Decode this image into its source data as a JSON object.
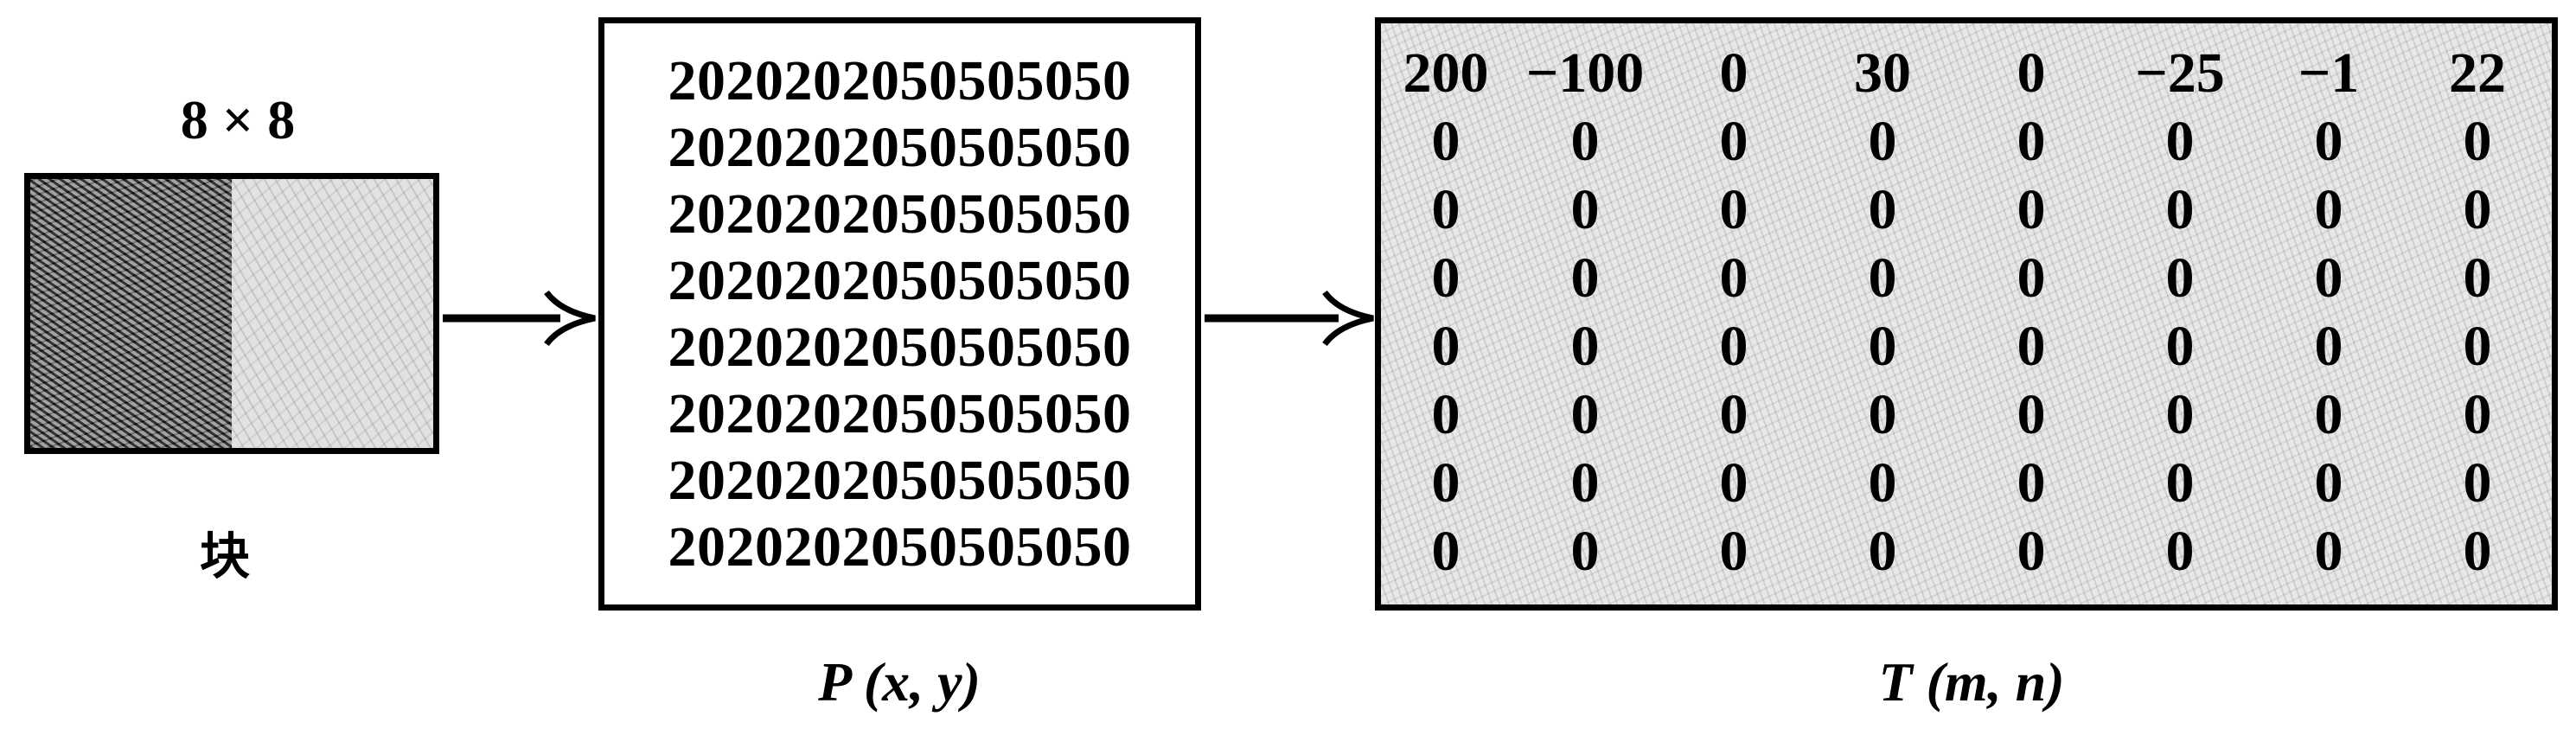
{
  "block": {
    "size_label": "8 × 8",
    "caption": "块"
  },
  "pixel_matrix": {
    "rows": [
      "2020202050505050",
      "2020202050505050",
      "2020202050505050",
      "2020202050505050",
      "2020202050505050",
      "2020202050505050",
      "2020202050505050",
      "2020202050505050"
    ],
    "caption": "P (x, y)"
  },
  "transform_matrix": {
    "rows": [
      [
        "200",
        "−100",
        "0",
        "30",
        "0",
        "−25",
        "−1",
        "22"
      ],
      [
        "0",
        "0",
        "0",
        "0",
        "0",
        "0",
        "0",
        "0"
      ],
      [
        "0",
        "0",
        "0",
        "0",
        "0",
        "0",
        "0",
        "0"
      ],
      [
        "0",
        "0",
        "0",
        "0",
        "0",
        "0",
        "0",
        "0"
      ],
      [
        "0",
        "0",
        "0",
        "0",
        "0",
        "0",
        "0",
        "0"
      ],
      [
        "0",
        "0",
        "0",
        "0",
        "0",
        "0",
        "0",
        "0"
      ],
      [
        "0",
        "0",
        "0",
        "0",
        "0",
        "0",
        "0",
        "0"
      ],
      [
        "0",
        "0",
        "0",
        "0",
        "0",
        "0",
        "0",
        "0"
      ]
    ],
    "caption": "T (m, n)"
  }
}
